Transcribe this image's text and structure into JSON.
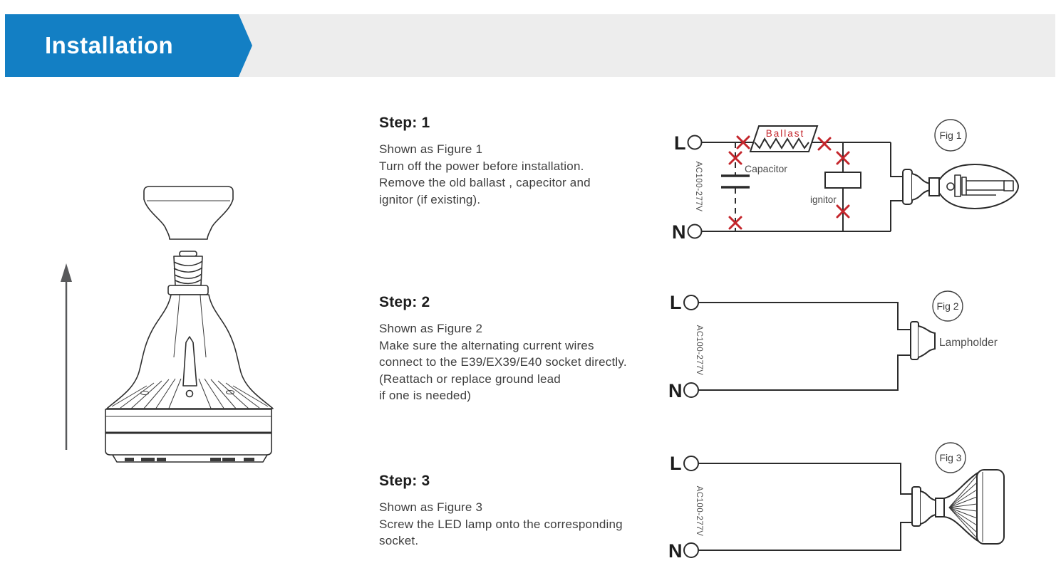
{
  "header": {
    "title": "Installation"
  },
  "colors": {
    "banner_blue": "#137fc4",
    "strip_gray": "#ededed",
    "line_dark": "#2b2b2b",
    "cross_red": "#c4262c",
    "heading_text": "#1d1d1d",
    "body_text": "#3e3e3e",
    "label_gray": "#4a4a4a"
  },
  "icons": {
    "up_arrow": "↑"
  },
  "steps": [
    {
      "heading": "Step: 1",
      "lines": [
        "Shown as Figure 1",
        "Turn off the power before installation.",
        "Remove the old ballast , capecitor and",
        "ignitor (if existing)."
      ]
    },
    {
      "heading": "Step: 2",
      "lines": [
        "Shown as Figure 2",
        "Make sure the alternating current wires",
        "connect to the E39/EX39/E40 socket directly.",
        "(Reattach or replace ground lead",
        "if one is needed)"
      ]
    },
    {
      "heading": "Step: 3",
      "lines": [
        "Shown as Figure 3",
        "Screw the LED lamp onto the corresponding",
        "socket."
      ]
    }
  ],
  "figures": [
    {
      "tag": "Fig 1",
      "line_terminal": "L",
      "neutral_terminal": "N",
      "voltage_range": "AC100-277V",
      "ballast_label": "Ballast",
      "capacitor_label": "Capacitor",
      "ignitor_label": "ignitor"
    },
    {
      "tag": "Fig 2",
      "line_terminal": "L",
      "neutral_terminal": "N",
      "voltage_range": "AC100-277V",
      "lampholder_label": "Lampholder"
    },
    {
      "tag": "Fig 3",
      "line_terminal": "L",
      "neutral_terminal": "N",
      "voltage_range": "AC100-277V"
    }
  ]
}
